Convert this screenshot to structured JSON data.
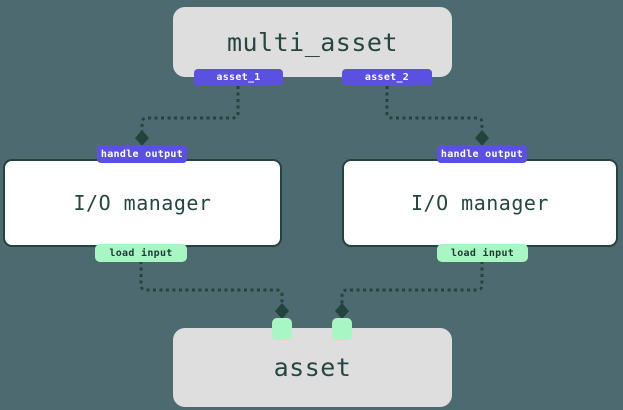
{
  "colors": {
    "background": "#4d6a71",
    "node_fill": "#dedede",
    "node_text": "#26473f",
    "io_fill": "#ffffff",
    "io_border": "#23443c",
    "output_port": "#5a50e2",
    "output_port_text": "#ffffff",
    "input_port": "#a8f6c3",
    "input_port_text": "#1d3a33",
    "edge": "#23443c"
  },
  "nodes": {
    "multi_asset": {
      "label": "multi_asset",
      "outputs": [
        {
          "label": "asset_1"
        },
        {
          "label": "asset_2"
        }
      ]
    },
    "io_managers": [
      {
        "label": "I/O manager",
        "top_port": "handle output",
        "bottom_port": "load input"
      },
      {
        "label": "I/O manager",
        "top_port": "handle output",
        "bottom_port": "load input"
      }
    ],
    "asset": {
      "label": "asset"
    }
  }
}
